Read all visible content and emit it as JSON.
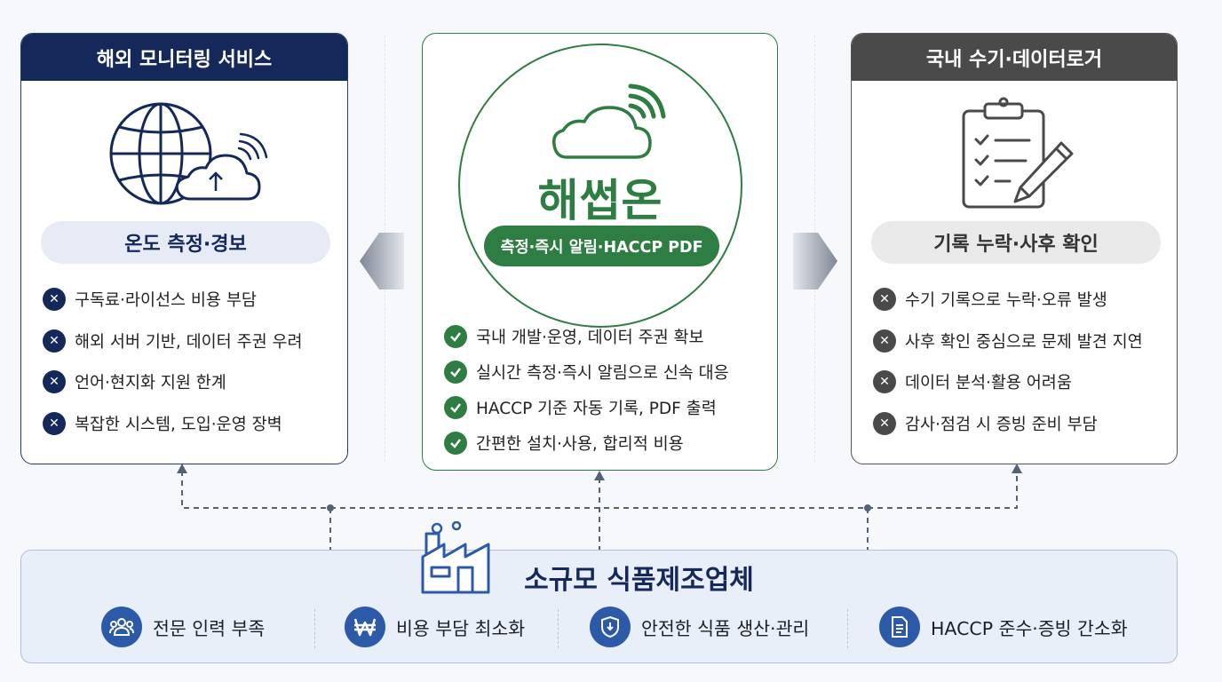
{
  "left_card": {
    "title": "해외 모니터링 서비스",
    "subtitle": "온도 측정·경보",
    "items": [
      "구독료·라이선스 비용 부담",
      "해외 서버 기반, 데이터 주권 우려",
      "언어·현지화 지원 한계",
      "복잡한 시스템, 도입·운영 장벽"
    ],
    "icons": [
      "globe-icon",
      "cloud-upload-icon",
      "wifi-signal-icon"
    ],
    "color": "#14285a"
  },
  "center_card": {
    "brand": "해썹온",
    "tagline": "측정·즉시 알림·HACCP PDF",
    "items": [
      "국내 개발·운영, 데이터 주권 확보",
      "실시간 측정·즉시 알림으로 신속 대응",
      "HACCP 기준 자동 기록, PDF 출력",
      "간편한 설치·사용, 합리적 비용"
    ],
    "icons": [
      "cloud-icon",
      "wifi-signal-icon",
      "check-icon"
    ],
    "color": "#2e7d42"
  },
  "right_card": {
    "title": "국내 수기·데이터로거",
    "subtitle": "기록 누락·사후 확인",
    "items": [
      "수기 기록으로 누락·오류 발생",
      "사후 확인 중심으로 문제 발견 지연",
      "데이터 분석·활용 어려움",
      "감사·점검 시 증빙 준비 부담"
    ],
    "icons": [
      "clipboard-checklist-icon",
      "pencil-icon"
    ],
    "color": "#4a4a4a"
  },
  "bottom": {
    "title": "소규모 식품제조업체",
    "features": [
      {
        "label": "전문 인력 부족",
        "icon": "people-icon"
      },
      {
        "label": "비용 부담 최소화",
        "icon": "won-icon"
      },
      {
        "label": "안전한 식품 생산·관리",
        "icon": "shield-icon"
      },
      {
        "label": "HACCP 준수·증빙 간소화",
        "icon": "document-icon"
      }
    ],
    "color": "#2d5aa8"
  }
}
